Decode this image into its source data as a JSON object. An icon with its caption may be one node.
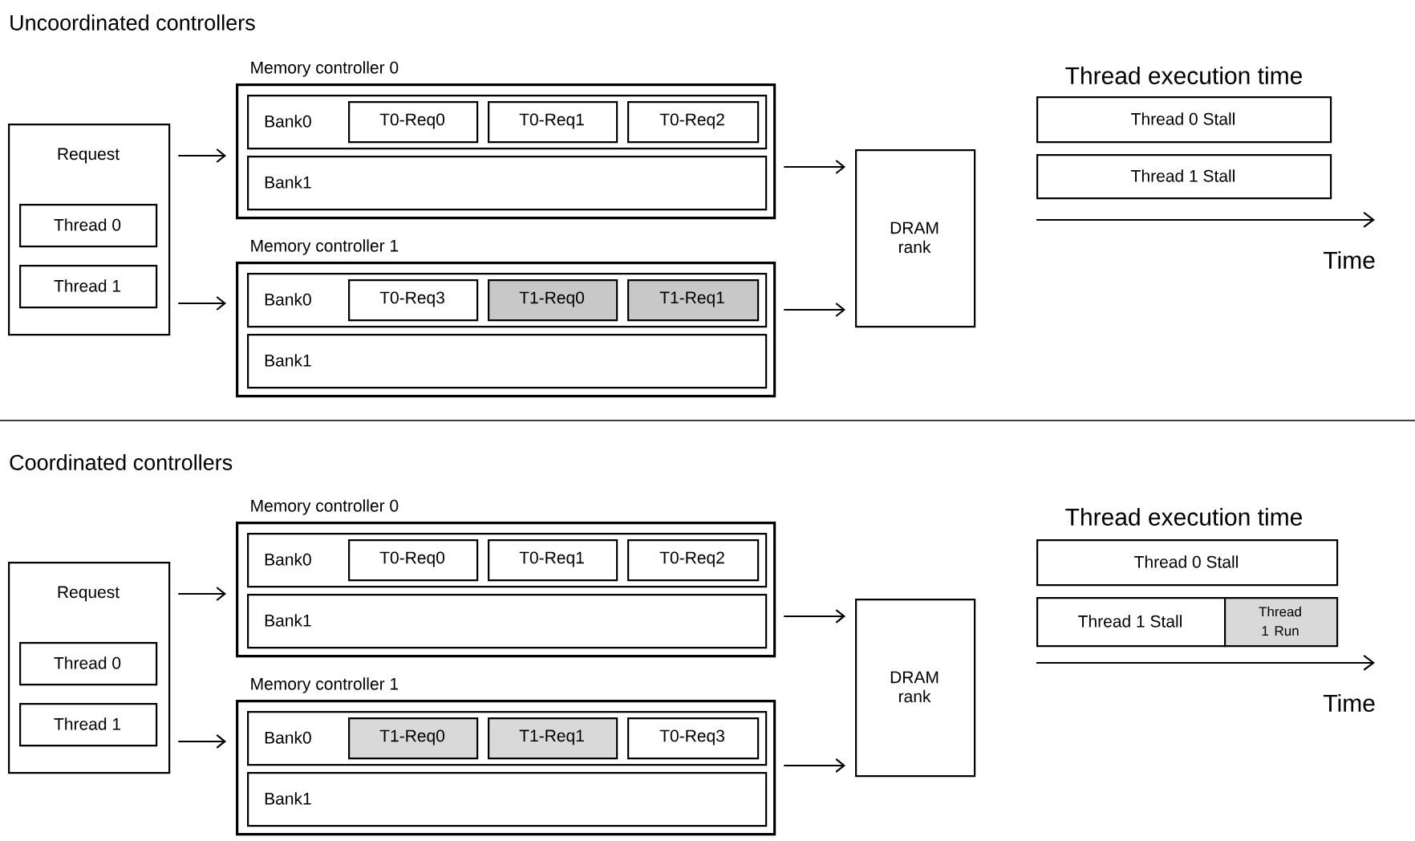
{
  "diagram": {
    "nodes": [
      {
        "text": [
          "Request"
        ]
      },
      {
        "text": [
          "Thread 0"
        ],
        "in": 0
      },
      {
        "text": [
          "Thread 1"
        ],
        "in": 0
      },
      {
        "text": [
          "Memory controller 0"
        ]
      },
      {
        "text": [
          "Bank0"
        ],
        "in": 3
      },
      {
        "text": [
          "T0-Req0"
        ],
        "in": 4
      },
      {
        "text": [
          "T0-Req1"
        ],
        "in": 4
      },
      {
        "text": [
          "T0-Req2"
        ],
        "in": 4
      },
      {
        "text": [
          "Bank1"
        ],
        "in": 3
      },
      {
        "text": [
          "Memory controller 1"
        ]
      },
      {
        "text": [
          "Bank0"
        ],
        "in": 9
      },
      {
        "text": [
          "T0-Req3"
        ],
        "in": 10
      },
      {
        "text": [
          "T1-Req0"
        ],
        "in": 10
      },
      {
        "text": [
          "T1-Req1"
        ],
        "in": 10
      },
      {
        "text": [
          "Bank1"
        ],
        "in": 9
      },
      {
        "text": [
          "DRAM rank"
        ]
      },
      {
        "text": [
          "Thread 0 Stall"
        ]
      },
      {
        "text": [
          "Thread 1 Stall"
        ]
      },
      {
        "text": [
          "Request"
        ]
      },
      {
        "text": [
          "Thread 0"
        ],
        "in": 18
      },
      {
        "text": [
          "Thread 1"
        ],
        "in": 18
      },
      {
        "text": [
          "Memory controller 0"
        ]
      },
      {
        "text": [
          "Bank0"
        ],
        "in": 21
      },
      {
        "text": [
          "T0-Req0"
        ],
        "in": 22
      },
      {
        "text": [
          "T0-Req1"
        ],
        "in": 22
      },
      {
        "text": [
          "T0-Req2"
        ],
        "in": 22
      },
      {
        "text": [
          "Bank1"
        ],
        "in": 21
      },
      {
        "text": [
          "Memory controller 1"
        ]
      },
      {
        "text": [
          "Bank0"
        ],
        "in": 27
      },
      {
        "text": [
          "T1-Req0"
        ],
        "in": 28
      },
      {
        "text": [
          "T1-Req1"
        ],
        "in": 28
      },
      {
        "text": [
          "T0-Req3"
        ],
        "in": 28
      },
      {
        "text": [
          "Bank1"
        ],
        "in": 27
      },
      {
        "text": [
          "DRAM rank"
        ]
      },
      {
        "text": [
          "Thread 0 Stall"
        ]
      },
      {
        "text": [
          "Thread 1 Stall"
        ]
      },
      {
        "text": [
          "Thread 1 Run"
        ]
      }
    ],
    "edges": [
      {
        "from": 0,
        "to": 3,
        "arrow": "to"
      },
      {
        "from": 0,
        "to": 9,
        "arrow": "to"
      },
      {
        "from": 3,
        "to": 15,
        "arrow": "to"
      },
      {
        "from": 9,
        "to": 15,
        "arrow": "to"
      },
      {
        "from": 18,
        "to": 21,
        "arrow": "to"
      },
      {
        "from": 18,
        "to": 27,
        "arrow": "to"
      },
      {
        "from": 21,
        "to": 33,
        "arrow": "to"
      },
      {
        "from": 27,
        "to": 33,
        "arrow": "to"
      }
    ],
    "labels": [
      "Uncoordinated controllers",
      "Thread execution time",
      "Time",
      "Coordinated controllers",
      "Thread execution time",
      "Time"
    ]
  }
}
